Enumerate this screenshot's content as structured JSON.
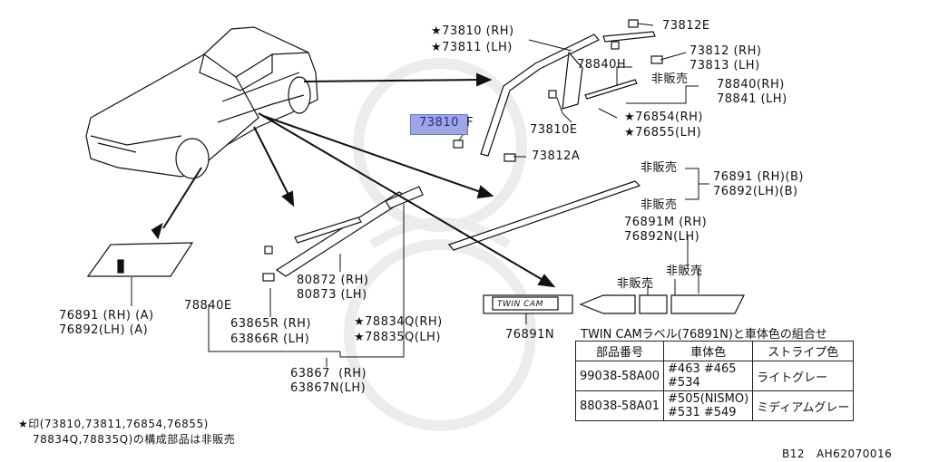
{
  "highlight_code": "73810",
  "labels": {
    "p73810": "★73810 (RH)",
    "p73811": "★73811 (LH)",
    "p73812E": "73812E",
    "p73812rh": "73812 (RH)",
    "p73813lh": "73813 (LH)",
    "p78840H": "78840H",
    "nosale1": "非販売",
    "p78840rh": "78840(RH)",
    "p78841lh": "78841 (LH)",
    "p73810F_suffix": "F",
    "p73810E": "73810E",
    "p76854": "★76854(RH)",
    "p76855": "★76855(LH)",
    "p73812A": "73812A",
    "nosale2": "非販売",
    "p76891rhB": "76891 (RH)(B)",
    "p76892lhB": "76892(LH)(B)",
    "nosale3": "非販売",
    "p76891M": "76891M (RH)",
    "p76892N": "76892N(LH)",
    "nosale4": "非販売",
    "nosale5": "非販売",
    "p76891rhA": "76891 (RH) (A)",
    "p76892lhA": "76892(LH) (A)",
    "p78840E": "78840E",
    "p80872": "80872 (RH)",
    "p80873": "80873 (LH)",
    "p63865R": "63865R (RH)",
    "p63866R": "63866R (LH)",
    "p78834Q": "★78834Q(RH)",
    "p78835Q": "★78835Q(LH)",
    "p63867": "63867  (RH)",
    "p63867N": "63867N(LH)",
    "p76891N": "76891N",
    "decal_text": "TWIN CAM",
    "note1": "★印(73810,73811,76854,76855)",
    "note2": "78834Q,78835Q)の構成部品は非販売",
    "footer": "B12   AH62070016"
  },
  "table": {
    "caption": "TWIN CAMラベル(76891N)と車体色の組合せ",
    "headers": [
      "部品番号",
      "車体色",
      "ストライプ色"
    ],
    "rows": [
      {
        "part": "99038-58A00",
        "color1": "#463 #465",
        "color2": "#534",
        "stripe": "ライトグレー"
      },
      {
        "part": "88038-58A01",
        "color1": "#505(NISMO)",
        "color2": "#531 #549",
        "stripe": "ミディアムグレー"
      }
    ]
  }
}
